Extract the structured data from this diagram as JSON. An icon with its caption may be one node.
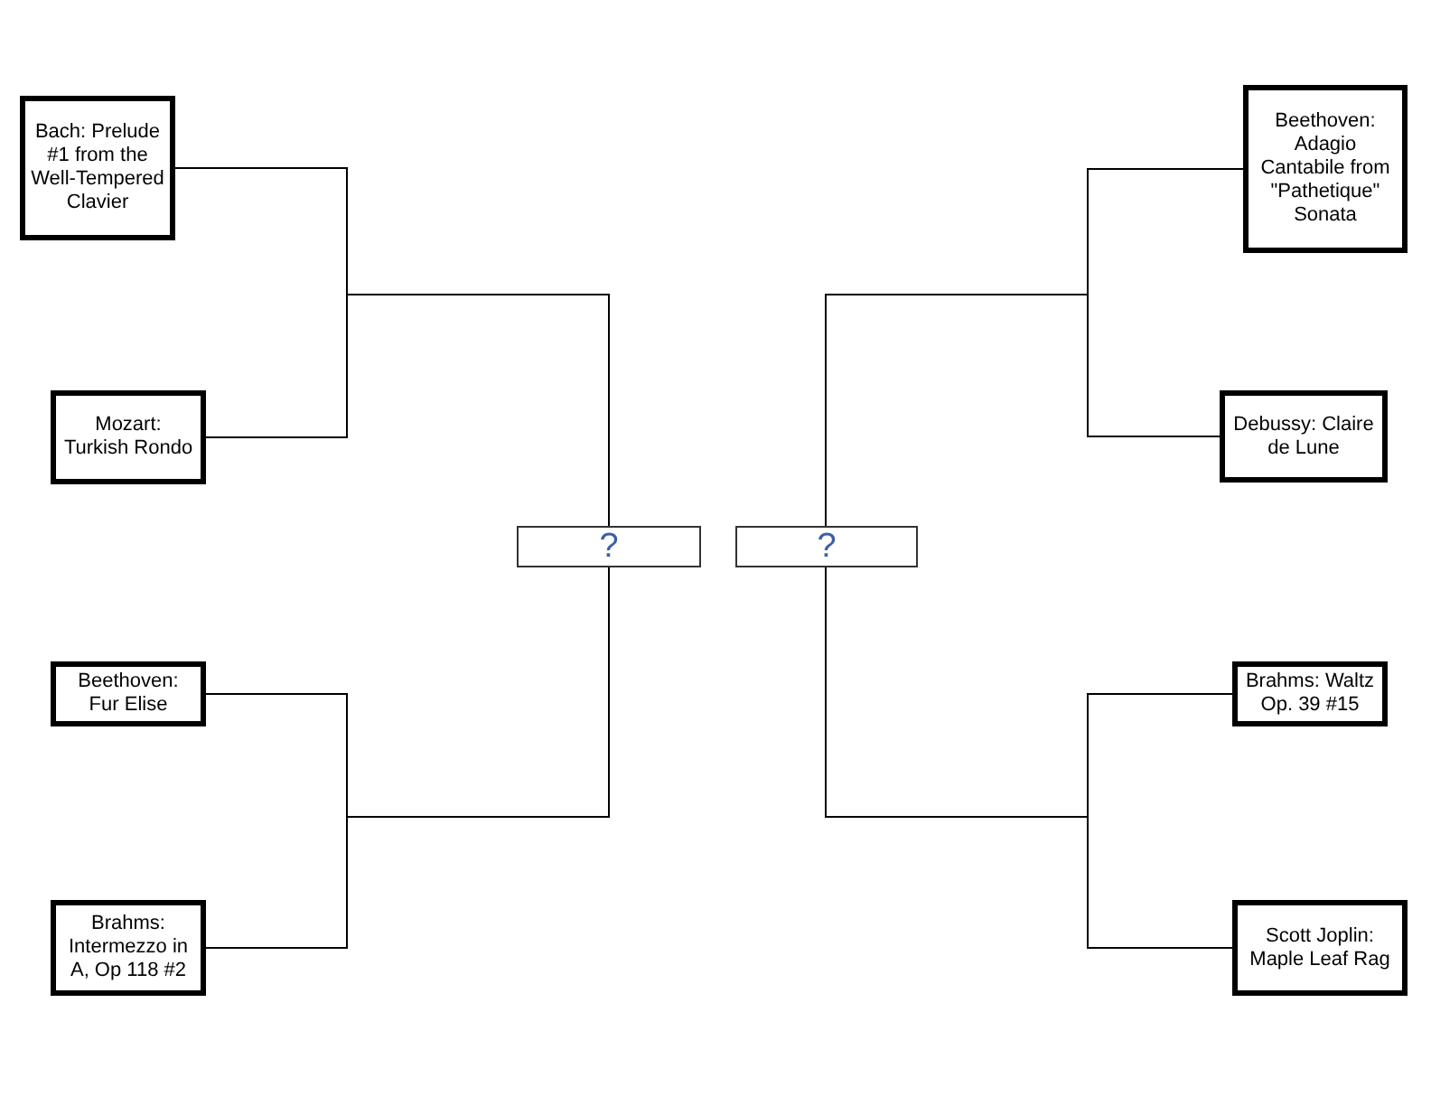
{
  "diagram": {
    "nodes": [
      {
        "text": [
          "Bach: Prelude #1 from the Well-Tempered Clavier"
        ]
      },
      {
        "text": [
          "Mozart: Turkish Rondo"
        ]
      },
      {
        "text": [
          "Beethoven: Fur Elise"
        ]
      },
      {
        "text": [
          "Brahms: Intermezzo in A, Op 118 #2"
        ]
      },
      {
        "text": [
          "?"
        ]
      },
      {
        "text": [
          "?"
        ]
      },
      {
        "text": [
          "Beethoven: Adagio Cantabile from \"Pathetique\" Sonata"
        ]
      },
      {
        "text": [
          "Debussy: Claire de Lune"
        ]
      },
      {
        "text": [
          "Brahms: Waltz Op. 39 #15"
        ]
      },
      {
        "text": [
          "Scott Joplin: Maple Leaf Rag"
        ]
      }
    ],
    "edges": [
      {
        "from": 0,
        "to": 4,
        "arrow": "none"
      },
      {
        "from": 1,
        "to": 4,
        "arrow": "none"
      },
      {
        "from": 2,
        "to": 4,
        "arrow": "none"
      },
      {
        "from": 3,
        "to": 4,
        "arrow": "none"
      },
      {
        "from": 6,
        "to": 5,
        "arrow": "none"
      },
      {
        "from": 7,
        "to": 5,
        "arrow": "none"
      },
      {
        "from": 8,
        "to": 5,
        "arrow": "none"
      },
      {
        "from": 9,
        "to": 5,
        "arrow": "none"
      }
    ]
  }
}
